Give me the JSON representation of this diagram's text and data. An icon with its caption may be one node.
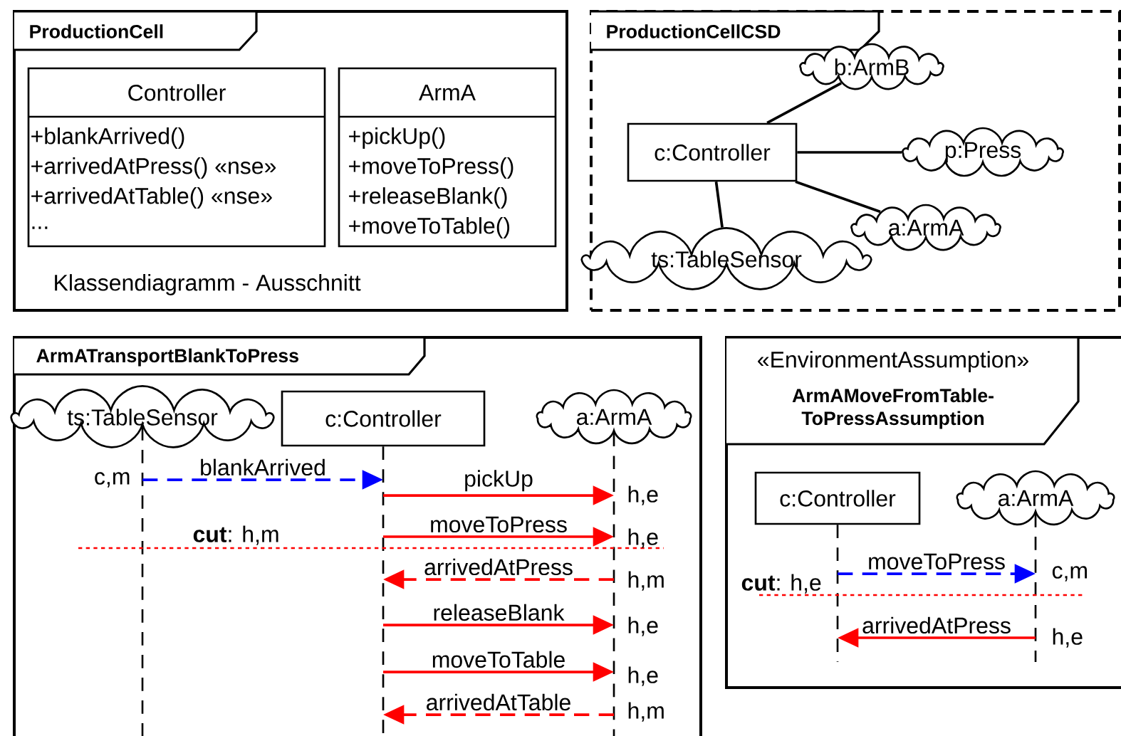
{
  "diagram": {
    "nodes": [
      {
        "text": [
          "ProductionCell",
          "Klassendiagramm - Ausschnitt"
        ]
      },
      {
        "text": [
          "Controller",
          "+blankArrived()",
          "+arrivedAtPress() «nse»",
          "+arrivedAtTable() «nse»",
          "..."
        ],
        "in": 0
      },
      {
        "text": [
          "ArmA",
          "+pickUp()",
          "+moveToPress()",
          "+releaseBlank()",
          "+moveToTable()"
        ],
        "in": 0
      },
      {
        "text": [
          "ProductionCellCSD"
        ]
      },
      {
        "text": [
          "c:Controller"
        ],
        "in": 3
      },
      {
        "text": [
          "b:ArmB"
        ],
        "in": 3
      },
      {
        "text": [
          "p:Press"
        ],
        "in": 3
      },
      {
        "text": [
          "a:ArmA"
        ],
        "in": 3
      },
      {
        "text": [
          "ts:TableSensor"
        ],
        "in": 3
      },
      {
        "text": [
          "ArmATransportBlankToPress"
        ]
      },
      {
        "text": [
          "ts:TableSensor"
        ],
        "in": 9
      },
      {
        "text": [
          "c:Controller"
        ],
        "in": 9
      },
      {
        "text": [
          "a:ArmA"
        ],
        "in": 9
      },
      {
        "text": [
          "«EnvironmentAssumption»",
          "ArmAMoveFromTable-ToPressAssumption"
        ]
      },
      {
        "text": [
          "c:Controller"
        ],
        "in": 13
      },
      {
        "text": [
          "a:ArmA"
        ],
        "in": 13
      }
    ],
    "edges": [
      {
        "from": 4,
        "to": 5,
        "arrow": "none",
        "color": "#000000"
      },
      {
        "from": 4,
        "to": 6,
        "arrow": "none",
        "color": "#000000"
      },
      {
        "from": 4,
        "to": 7,
        "arrow": "none",
        "color": "#000000"
      },
      {
        "from": 4,
        "to": 8,
        "arrow": "none",
        "color": "#000000"
      },
      {
        "from": 10,
        "to": 11,
        "arrow": "to",
        "label": "blankArrived",
        "style": "dashed",
        "color": "#0000ff"
      },
      {
        "from": 11,
        "to": 12,
        "arrow": "to",
        "label": "pickUp",
        "color": "#ff0000"
      },
      {
        "from": 11,
        "to": 12,
        "arrow": "to",
        "label": "moveToPress",
        "color": "#ff0000"
      },
      {
        "from": 12,
        "to": 11,
        "arrow": "to",
        "label": "arrivedAtPress",
        "style": "dashed",
        "color": "#ff0000"
      },
      {
        "from": 11,
        "to": 12,
        "arrow": "to",
        "label": "releaseBlank",
        "color": "#ff0000"
      },
      {
        "from": 11,
        "to": 12,
        "arrow": "to",
        "label": "moveToTable",
        "color": "#ff0000"
      },
      {
        "from": 12,
        "to": 11,
        "arrow": "to",
        "label": "arrivedAtTable",
        "style": "dashed",
        "color": "#ff0000"
      },
      {
        "from": 14,
        "to": 15,
        "arrow": "to",
        "label": "moveToPress",
        "style": "dashed",
        "color": "#0000ff"
      },
      {
        "from": 15,
        "to": 14,
        "arrow": "to",
        "label": "arrivedAtPress",
        "color": "#ff0000"
      }
    ],
    "labels": [
      "c,m",
      "h,e",
      "**cut**: h,m",
      "h,e",
      "h,m",
      "h,e",
      "h,e",
      "h,m",
      "**cut**: h,e",
      "c,m",
      "h,e"
    ]
  }
}
